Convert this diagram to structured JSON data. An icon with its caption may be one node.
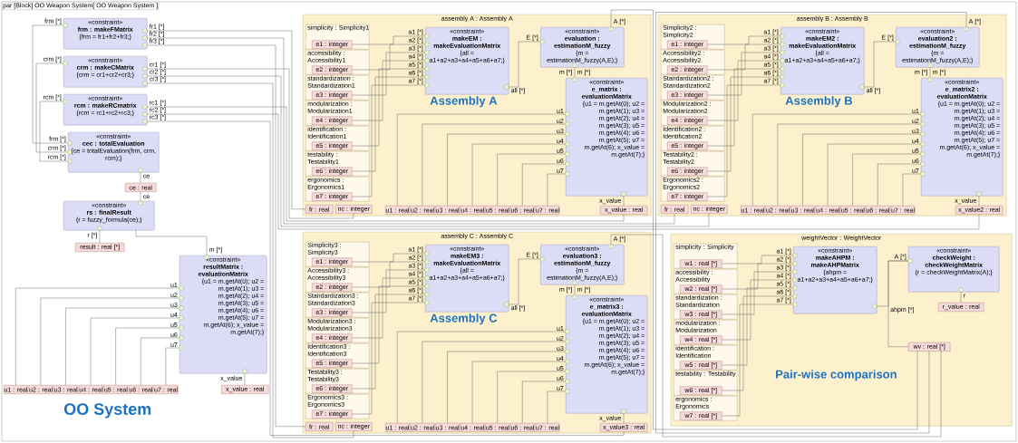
{
  "diagram": {
    "title": "par [Block] OO Weapon System[ OO Weapon System ]",
    "nodes": [
      {
        "text": [
          "«constraint»",
          "frm : makeFMatrix",
          "{frm = fr1+fr2+fr3;}"
        ],
        "beside": [
          "frm [*]",
          "fr1 [*]",
          "fr2 [*]",
          "fr3 [*]"
        ]
      },
      {
        "text": [
          "«constraint»",
          "crm : makeCMatrix",
          "{crm = cr1+cr2+cr3;}"
        ],
        "beside": [
          "crm [*]",
          "cr1 [*]",
          "cr2 [*]",
          "cr3 [*]"
        ]
      },
      {
        "text": [
          "«constraint»",
          "rcm : makeRCmatrix",
          "{rcm = rc1+rc2+rc3;}"
        ],
        "beside": [
          "rcm [*]",
          "rc1 [*]",
          "rc2 [*]",
          "rc3 [*]"
        ]
      },
      {
        "text": [
          "«constraint»",
          "cec : totalEvaluation",
          "{ce = totalEvaluation(frm, crm, rcm);}"
        ],
        "beside": [
          "frm [*]",
          "crm [*]",
          "rcm [*]",
          "ce"
        ]
      },
      {
        "text": [
          "ce : real"
        ]
      },
      {
        "text": [
          "«constraint»",
          "rs : finalResult",
          "{r = fuzzy_formula(ce);}"
        ],
        "beside": [
          "ce",
          "r [*]"
        ]
      },
      {
        "text": [
          "result : real [*]"
        ]
      },
      {
        "text": [
          "«constraint»",
          "resultMatrix : evaluationMatrix",
          "{u1 = m.getAt(0); u2 = m.getAt(1); u3 = m.getAt(2); u4 = m.getAt(3); u5 = m.getAt(4); u6 = m.getAt(5); u7 = m.getAt(6); x_value = m.getAt(7);}"
        ],
        "beside": [
          "m [*]",
          "u1",
          "u2",
          "u3",
          "u4",
          "u5",
          "u6",
          "u7",
          "x_value"
        ]
      },
      {
        "text": [
          "u1 : real"
        ]
      },
      {
        "text": [
          "u2 : real"
        ]
      },
      {
        "text": [
          "u3 : real"
        ]
      },
      {
        "text": [
          "u4 : real"
        ]
      },
      {
        "text": [
          "u5 : real"
        ]
      },
      {
        "text": [
          "u6 : real"
        ]
      },
      {
        "text": [
          "u7 : real"
        ]
      },
      {
        "text": [
          "x_value : real"
        ]
      },
      {
        "text": [
          "assembly A : Assembly A"
        ]
      },
      {
        "text": [
          "simplicity : Simplicity1"
        ],
        "in": 16
      },
      {
        "text": [
          "accessibility : Accessibility1"
        ],
        "in": 16
      },
      {
        "text": [
          "standardization : Standardization1"
        ],
        "in": 16
      },
      {
        "text": [
          "modularization : Modularization1"
        ],
        "in": 16
      },
      {
        "text": [
          "identification : Identification1"
        ],
        "in": 16
      },
      {
        "text": [
          "testability : Testability1"
        ],
        "in": 16
      },
      {
        "text": [
          "ergonomics : Ergonomics1"
        ],
        "in": 16
      },
      {
        "text": [
          "e1 : integer"
        ],
        "in": 17
      },
      {
        "text": [
          "e2 : integer"
        ],
        "in": 18
      },
      {
        "text": [
          "e3 : integer"
        ],
        "in": 19
      },
      {
        "text": [
          "e4 : integer"
        ],
        "in": 20
      },
      {
        "text": [
          "e5 : integer"
        ],
        "in": 21
      },
      {
        "text": [
          "e6 : integer"
        ],
        "in": 22
      },
      {
        "text": [
          "e7 : integer"
        ],
        "in": 23
      },
      {
        "text": [
          "«constraint»",
          "makeEM : makeEvaluationMatrix",
          "{all = a1+a2+a3+a4+a5+a6+a7;}"
        ],
        "beside": [
          "a1 [*]",
          "a2 [*]",
          "a3 [*]",
          "a4 [*]",
          "a5 [*]",
          "a6 [*]",
          "a7 [*]",
          "all [*]"
        ],
        "in": 16
      },
      {
        "text": [
          "«constraint»",
          "evaluation : estimationM_fuzzy",
          "{m = estimationM_fuzzy(A,E);}"
        ],
        "beside": [
          "E [*]",
          "m [*]",
          "A [*]"
        ],
        "in": 16
      },
      {
        "text": [
          "«constraint»",
          "e_matrix : evaluationMatrix",
          "{u1 = m.getAt(0); u2 = m.getAt(1); u3 = m.getAt(2); u4 = m.getAt(3); u5 = m.getAt(4); u6 = m.getAt(5); u7 = m.getAt(6); x_value = m.getAt(7);}"
        ],
        "beside": [
          "m [*]",
          "u1",
          "u2",
          "u3",
          "u4",
          "u5",
          "u6",
          "u7",
          "x_value"
        ],
        "in": 16
      },
      {
        "text": [
          "u1 : real"
        ],
        "in": 16
      },
      {
        "text": [
          "u2 : real"
        ],
        "in": 16
      },
      {
        "text": [
          "u3 : real"
        ],
        "in": 16
      },
      {
        "text": [
          "u4 : real"
        ],
        "in": 16
      },
      {
        "text": [
          "u5 : real"
        ],
        "in": 16
      },
      {
        "text": [
          "u6 : real"
        ],
        "in": 16
      },
      {
        "text": [
          "u7 : real"
        ],
        "in": 16
      },
      {
        "text": [
          "x_value : real"
        ],
        "in": 16
      },
      {
        "text": [
          "fr : real"
        ],
        "in": 16
      },
      {
        "text": [
          "nc : integer"
        ],
        "in": 16
      },
      {
        "text": [
          "assembly B : Assembly B"
        ]
      },
      {
        "text": [
          "Simplicity2 : Simplicity2"
        ],
        "in": 44
      },
      {
        "text": [
          "Accessibility2 : Accessibility2"
        ],
        "in": 44
      },
      {
        "text": [
          "Standardization2 : Standardization2"
        ],
        "in": 44
      },
      {
        "text": [
          "Modularization2 : Modularization2"
        ],
        "in": 44
      },
      {
        "text": [
          "Identification2 : Identification2"
        ],
        "in": 44
      },
      {
        "text": [
          "Testability2 : Testability2"
        ],
        "in": 44
      },
      {
        "text": [
          "Ergonomics2 : Ergonomics2"
        ],
        "in": 44
      },
      {
        "text": [
          "e1 : integer"
        ],
        "in": 45
      },
      {
        "text": [
          "e2 : integer"
        ],
        "in": 46
      },
      {
        "text": [
          "e3 : integer"
        ],
        "in": 47
      },
      {
        "text": [
          "e4 : integer"
        ],
        "in": 48
      },
      {
        "text": [
          "e5 : integer"
        ],
        "in": 49
      },
      {
        "text": [
          "e6 : integer"
        ],
        "in": 50
      },
      {
        "text": [
          "e7 : integer"
        ],
        "in": 51
      },
      {
        "text": [
          "«constraint»",
          "makeEM2 : makeEvaluationMatrix",
          "{all = a1+a2+a3+a4+a5+a6+a7;}"
        ],
        "beside": [
          "a1 [*]",
          "a2 [*]",
          "a3 [*]",
          "a4 [*]",
          "a5 [*]",
          "a6 [*]",
          "a7 [*]",
          "all [*]"
        ],
        "in": 44
      },
      {
        "text": [
          "«constraint»",
          "evaluation2 : estimationM_fuzzy",
          "{m = estimationM_fuzzy(A,E);}"
        ],
        "beside": [
          "E [*]",
          "m [*]",
          "A [*]"
        ],
        "in": 44
      },
      {
        "text": [
          "«constraint»",
          "e_matrix2 : evaluationMatrix",
          "{u1 = m.getAt(0); u2 = m.getAt(1); u3 = m.getAt(2); u4 = m.getAt(3); u5 = m.getAt(4); u6 = m.getAt(5); u7 = m.getAt(6); x_value = m.getAt(7);}"
        ],
        "beside": [
          "m [*]",
          "u1",
          "u2",
          "u3",
          "u4",
          "u5",
          "u6",
          "u7",
          "x_value"
        ],
        "in": 44
      },
      {
        "text": [
          "u1 : real"
        ],
        "in": 44
      },
      {
        "text": [
          "u2 : real"
        ],
        "in": 44
      },
      {
        "text": [
          "u3 : real"
        ],
        "in": 44
      },
      {
        "text": [
          "u4 : real"
        ],
        "in": 44
      },
      {
        "text": [
          "u5 : real"
        ],
        "in": 44
      },
      {
        "text": [
          "u6 : real"
        ],
        "in": 44
      },
      {
        "text": [
          "u7 : real"
        ],
        "in": 44
      },
      {
        "text": [
          "x_value2 : real"
        ],
        "in": 44
      },
      {
        "text": [
          "fr : real"
        ],
        "in": 44
      },
      {
        "text": [
          "nc : integer"
        ],
        "in": 44
      },
      {
        "text": [
          "assembly C : Assembly C"
        ]
      },
      {
        "text": [
          "Simplicity3 : Simplicity3"
        ],
        "in": 72
      },
      {
        "text": [
          "Accessibility3 : Accessibility3"
        ],
        "in": 72
      },
      {
        "text": [
          "Standardization3 : Standardization3"
        ],
        "in": 72
      },
      {
        "text": [
          "Modularization3 : Modularization3"
        ],
        "in": 72
      },
      {
        "text": [
          "Identification3 : Identification3"
        ],
        "in": 72
      },
      {
        "text": [
          "Testability3 : Testability3"
        ],
        "in": 72
      },
      {
        "text": [
          "Ergonomics3 : Ergonomics3"
        ],
        "in": 72
      },
      {
        "text": [
          "e1 : integer"
        ],
        "in": 73
      },
      {
        "text": [
          "e2 : integer"
        ],
        "in": 74
      },
      {
        "text": [
          "e3 : integer"
        ],
        "in": 75
      },
      {
        "text": [
          "e4 : integer"
        ],
        "in": 76
      },
      {
        "text": [
          "e5 : integer"
        ],
        "in": 77
      },
      {
        "text": [
          "e6 : integer"
        ],
        "in": 78
      },
      {
        "text": [
          "e7 : integer"
        ],
        "in": 79
      },
      {
        "text": [
          "«constraint»",
          "makeEM3 : makeEvaluationMatrix",
          "{all = a1+a2+a3+a4+a5+a6+a7;}"
        ],
        "beside": [
          "a1 [*]",
          "a2 [*]",
          "a3 [*]",
          "a4 [*]",
          "a5 [*]",
          "a6 [*]",
          "a7 [*]",
          "all [*]"
        ],
        "in": 72
      },
      {
        "text": [
          "«constraint»",
          "evaluation3 : estimationM_fuzzy",
          "{m = estimationM_fuzzy(A,E);}"
        ],
        "beside": [
          "E [*]",
          "m [*]",
          "A [*]"
        ],
        "in": 72
      },
      {
        "text": [
          "«constraint»",
          "e_matrix3 : evaluationMatrix",
          "{u1 = m.getAt(0); u2 = m.getAt(1); u3 = m.getAt(2); u4 = m.getAt(3); u5 = m.getAt(4); u6 = m.getAt(5); u7 = m.getAt(6); x_value = m.getAt(7);}"
        ],
        "beside": [
          "m [*]",
          "u1",
          "u2",
          "u3",
          "u4",
          "u5",
          "u6",
          "u7",
          "x_value"
        ],
        "in": 72
      },
      {
        "text": [
          "u1 : real"
        ],
        "in": 72
      },
      {
        "text": [
          "u2 : real"
        ],
        "in": 72
      },
      {
        "text": [
          "u3 : real"
        ],
        "in": 72
      },
      {
        "text": [
          "u4 : real"
        ],
        "in": 72
      },
      {
        "text": [
          "u5 : real"
        ],
        "in": 72
      },
      {
        "text": [
          "u6 : real"
        ],
        "in": 72
      },
      {
        "text": [
          "u7 : real"
        ],
        "in": 72
      },
      {
        "text": [
          "x_value3 : real"
        ],
        "in": 72
      },
      {
        "text": [
          "fr : real"
        ],
        "in": 72
      },
      {
        "text": [
          "nc : integer"
        ],
        "in": 72
      },
      {
        "text": [
          "weightVector : WeightVector"
        ]
      },
      {
        "text": [
          "simplicity : Simplicity"
        ],
        "in": 100
      },
      {
        "text": [
          "accessibility : Accessibility"
        ],
        "in": 100
      },
      {
        "text": [
          "standardization : Standardization"
        ],
        "in": 100
      },
      {
        "text": [
          "modularization : Modularization"
        ],
        "in": 100
      },
      {
        "text": [
          "identification : Identification"
        ],
        "in": 100
      },
      {
        "text": [
          "testability : Testability"
        ],
        "in": 100
      },
      {
        "text": [
          "ergonomics : Ergonomics"
        ],
        "in": 100
      },
      {
        "text": [
          "w1 : real [*]"
        ],
        "in": 101
      },
      {
        "text": [
          "w2 : real [*]"
        ],
        "in": 102
      },
      {
        "text": [
          "w3 : real [*]"
        ],
        "in": 103
      },
      {
        "text": [
          "w4 : real [*]"
        ],
        "in": 104
      },
      {
        "text": [
          "w5 : real [*]"
        ],
        "in": 105
      },
      {
        "text": [
          "w6 : real [*]"
        ],
        "in": 106
      },
      {
        "text": [
          "w7 : real [*]"
        ],
        "in": 107
      },
      {
        "text": [
          "«constraint»",
          "makeAHPM : makeAHPMatrix",
          "{ahpm = a1+a2+a3+a4+a5+a6+a7;}"
        ],
        "beside": [
          "a1 [*]",
          "a2 [*]",
          "a3 [*]",
          "a4 [*]",
          "a5 [*]",
          "a6 [*]",
          "a7 [*]",
          "ahpm [*]"
        ],
        "in": 100
      },
      {
        "text": [
          "«constraint»",
          "checkWeight : checkWeightMatrix",
          "{r = checkWeightMatrix(A);}"
        ],
        "beside": [
          "A [*]",
          "r"
        ],
        "in": 100
      },
      {
        "text": [
          "r_value : real"
        ],
        "in": 100
      },
      {
        "text": [
          "wv : real [*]"
        ],
        "in": 100
      }
    ],
    "edges": [
      {
        "from": 0,
        "to": 3,
        "arrow": "none"
      },
      {
        "from": 1,
        "to": 3,
        "arrow": "none"
      },
      {
        "from": 2,
        "to": 3,
        "arrow": "none"
      },
      {
        "from": 3,
        "to": 4,
        "arrow": "none"
      },
      {
        "from": 4,
        "to": 5,
        "arrow": "none"
      },
      {
        "from": 5,
        "to": 6,
        "arrow": "none"
      },
      {
        "from": 5,
        "to": 7,
        "arrow": "none"
      },
      {
        "from": 7,
        "to": 8,
        "arrow": "none"
      },
      {
        "from": 7,
        "to": 9,
        "arrow": "none"
      },
      {
        "from": 7,
        "to": 10,
        "arrow": "none"
      },
      {
        "from": 7,
        "to": 11,
        "arrow": "none"
      },
      {
        "from": 7,
        "to": 12,
        "arrow": "none"
      },
      {
        "from": 7,
        "to": 13,
        "arrow": "none"
      },
      {
        "from": 7,
        "to": 14,
        "arrow": "none"
      },
      {
        "from": 7,
        "to": 15,
        "arrow": "none"
      },
      {
        "from": 24,
        "to": 31,
        "arrow": "none"
      },
      {
        "from": 25,
        "to": 31,
        "arrow": "none"
      },
      {
        "from": 26,
        "to": 31,
        "arrow": "none"
      },
      {
        "from": 27,
        "to": 31,
        "arrow": "none"
      },
      {
        "from": 28,
        "to": 31,
        "arrow": "none"
      },
      {
        "from": 29,
        "to": 31,
        "arrow": "none"
      },
      {
        "from": 30,
        "to": 31,
        "arrow": "none"
      },
      {
        "from": 31,
        "to": 32,
        "arrow": "none"
      },
      {
        "from": 32,
        "to": 33,
        "arrow": "none"
      },
      {
        "from": 33,
        "to": 34,
        "arrow": "none"
      },
      {
        "from": 33,
        "to": 35,
        "arrow": "none"
      },
      {
        "from": 33,
        "to": 36,
        "arrow": "none"
      },
      {
        "from": 33,
        "to": 37,
        "arrow": "none"
      },
      {
        "from": 33,
        "to": 38,
        "arrow": "none"
      },
      {
        "from": 33,
        "to": 39,
        "arrow": "none"
      },
      {
        "from": 33,
        "to": 40,
        "arrow": "none"
      },
      {
        "from": 33,
        "to": 41,
        "arrow": "none"
      },
      {
        "from": 0,
        "to": 42,
        "arrow": "none"
      },
      {
        "from": 1,
        "to": 43,
        "arrow": "none"
      },
      {
        "from": 2,
        "to": 41,
        "arrow": "none"
      },
      {
        "from": 118,
        "to": 32,
        "arrow": "none"
      },
      {
        "from": 52,
        "to": 59,
        "arrow": "none"
      },
      {
        "from": 53,
        "to": 59,
        "arrow": "none"
      },
      {
        "from": 54,
        "to": 59,
        "arrow": "none"
      },
      {
        "from": 55,
        "to": 59,
        "arrow": "none"
      },
      {
        "from": 56,
        "to": 59,
        "arrow": "none"
      },
      {
        "from": 57,
        "to": 59,
        "arrow": "none"
      },
      {
        "from": 58,
        "to": 59,
        "arrow": "none"
      },
      {
        "from": 59,
        "to": 60,
        "arrow": "none"
      },
      {
        "from": 60,
        "to": 61,
        "arrow": "none"
      },
      {
        "from": 61,
        "to": 62,
        "arrow": "none"
      },
      {
        "from": 61,
        "to": 63,
        "arrow": "none"
      },
      {
        "from": 61,
        "to": 64,
        "arrow": "none"
      },
      {
        "from": 61,
        "to": 65,
        "arrow": "none"
      },
      {
        "from": 61,
        "to": 66,
        "arrow": "none"
      },
      {
        "from": 61,
        "to": 67,
        "arrow": "none"
      },
      {
        "from": 61,
        "to": 68,
        "arrow": "none"
      },
      {
        "from": 61,
        "to": 69,
        "arrow": "none"
      },
      {
        "from": 0,
        "to": 70,
        "arrow": "none"
      },
      {
        "from": 1,
        "to": 71,
        "arrow": "none"
      },
      {
        "from": 2,
        "to": 69,
        "arrow": "none"
      },
      {
        "from": 118,
        "to": 60,
        "arrow": "none"
      },
      {
        "from": 80,
        "to": 87,
        "arrow": "none"
      },
      {
        "from": 81,
        "to": 87,
        "arrow": "none"
      },
      {
        "from": 82,
        "to": 87,
        "arrow": "none"
      },
      {
        "from": 83,
        "to": 87,
        "arrow": "none"
      },
      {
        "from": 84,
        "to": 87,
        "arrow": "none"
      },
      {
        "from": 85,
        "to": 87,
        "arrow": "none"
      },
      {
        "from": 86,
        "to": 87,
        "arrow": "none"
      },
      {
        "from": 87,
        "to": 88,
        "arrow": "none"
      },
      {
        "from": 88,
        "to": 89,
        "arrow": "none"
      },
      {
        "from": 89,
        "to": 90,
        "arrow": "none"
      },
      {
        "from": 89,
        "to": 91,
        "arrow": "none"
      },
      {
        "from": 89,
        "to": 92,
        "arrow": "none"
      },
      {
        "from": 89,
        "to": 93,
        "arrow": "none"
      },
      {
        "from": 89,
        "to": 94,
        "arrow": "none"
      },
      {
        "from": 89,
        "to": 95,
        "arrow": "none"
      },
      {
        "from": 89,
        "to": 96,
        "arrow": "none"
      },
      {
        "from": 89,
        "to": 97,
        "arrow": "none"
      },
      {
        "from": 0,
        "to": 98,
        "arrow": "none"
      },
      {
        "from": 1,
        "to": 99,
        "arrow": "none"
      },
      {
        "from": 2,
        "to": 97,
        "arrow": "none"
      },
      {
        "from": 118,
        "to": 88,
        "arrow": "none"
      },
      {
        "from": 108,
        "to": 115,
        "arrow": "none"
      },
      {
        "from": 109,
        "to": 115,
        "arrow": "none"
      },
      {
        "from": 110,
        "to": 115,
        "arrow": "none"
      },
      {
        "from": 111,
        "to": 115,
        "arrow": "none"
      },
      {
        "from": 112,
        "to": 115,
        "arrow": "none"
      },
      {
        "from": 113,
        "to": 115,
        "arrow": "none"
      },
      {
        "from": 114,
        "to": 115,
        "arrow": "none"
      },
      {
        "from": 115,
        "to": 116,
        "arrow": "none"
      },
      {
        "from": 116,
        "to": 117,
        "arrow": "none"
      },
      {
        "from": 118,
        "to": 116,
        "arrow": "none"
      }
    ],
    "labels": [
      "Assembly A",
      "Assembly B",
      "Assembly C",
      "Pair-wise comparison",
      "OO System"
    ]
  }
}
